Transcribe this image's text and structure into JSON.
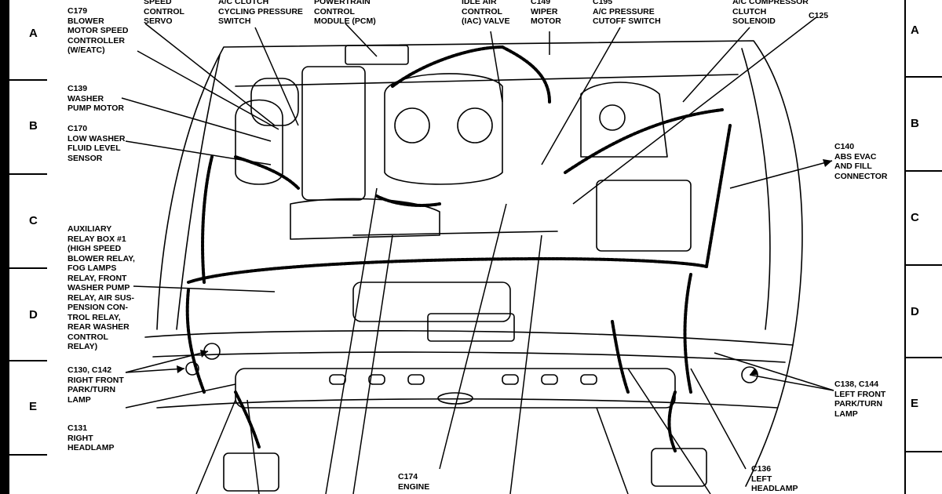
{
  "grid_rows": [
    "A",
    "B",
    "C",
    "D",
    "E"
  ],
  "callouts": {
    "c179": "C179\nBLOWER\nMOTOR SPEED\nCONTROLLER\n(W/EATC)",
    "speed_servo": "SPEED\nCONTROL\nSERVO",
    "ac_clutch_switch": "A/C CLUTCH\nCYCLING PRESSURE\nSWITCH",
    "pcm": "POWERTRAIN\nCONTROL\nMODULE (PCM)",
    "iac": "IDLE AIR\nCONTROL\n(IAC) VALVE",
    "c149": "C149\nWIPER\nMOTOR",
    "c195": "C195\nA/C PRESSURE\nCUTOFF SWITCH",
    "ac_compressor": "A/C COMPRESSOR\nCLUTCH\nSOLENOID",
    "c125": "C125",
    "c139": "C139\nWASHER\nPUMP MOTOR",
    "c170": "C170\nLOW WASHER\nFLUID LEVEL\nSENSOR",
    "c140": "C140\nABS EVAC\nAND FILL\nCONNECTOR",
    "aux_relay": "AUXILIARY\nRELAY BOX #1\n(HIGH SPEED\nBLOWER RELAY,\nFOG LAMPS\nRELAY, FRONT\nWASHER PUMP\nRELAY, AIR SUS-\nPENSION CON-\nTROL RELAY,\nREAR WASHER\nCONTROL\nRELAY)",
    "c130": "C130, C142\nRIGHT FRONT\nPARK/TURN\nLAMP",
    "c131": "C131\nRIGHT\nHEADLAMP",
    "c138": "C138, C144\nLEFT FRONT\nPARK/TURN\nLAMP",
    "c136": "C136\nLEFT\nHEADLAMP",
    "c174": "C174\nENGINE"
  }
}
